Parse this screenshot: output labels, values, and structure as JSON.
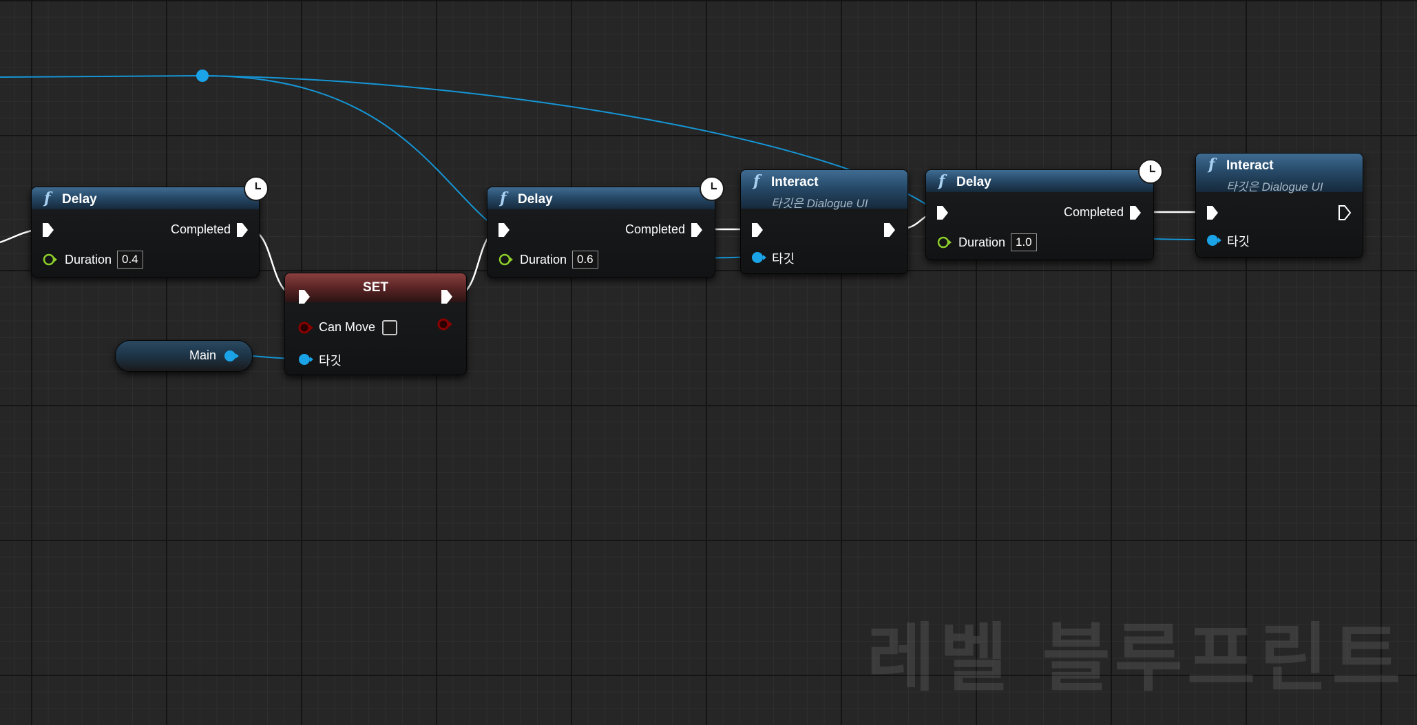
{
  "watermark": "레벨 블루프린트",
  "colors": {
    "exec_wire": "#ffffff",
    "object_wire": "#1596d6",
    "float_pin": "#8dcf2a",
    "bool_pin": "#8a0000",
    "object_pin": "#1ba3e8",
    "function_header": "#3f6c92",
    "set_header": "#8a3f3f"
  },
  "nodes": {
    "delay1": {
      "title": "Delay",
      "completed": "Completed",
      "duration_label": "Duration",
      "duration_value": "0.4"
    },
    "set": {
      "title": "SET",
      "var_label": "Can Move",
      "target_label": "타깃"
    },
    "main_var": {
      "label": "Main"
    },
    "delay2": {
      "title": "Delay",
      "completed": "Completed",
      "duration_label": "Duration",
      "duration_value": "0.6"
    },
    "interact1": {
      "title": "Interact",
      "subtitle": "타깃은 Dialogue UI",
      "target_label": "타깃"
    },
    "delay3": {
      "title": "Delay",
      "completed": "Completed",
      "duration_label": "Duration",
      "duration_value": "1.0"
    },
    "interact2": {
      "title": "Interact",
      "subtitle": "타깃은 Dialogue UI",
      "target_label": "타깃"
    }
  },
  "icons": {
    "function": "f",
    "latent": "clock-icon",
    "exec": "exec-pin-icon",
    "float": "float-pin-icon",
    "object": "object-pin-icon",
    "bool": "bool-pin-icon"
  }
}
